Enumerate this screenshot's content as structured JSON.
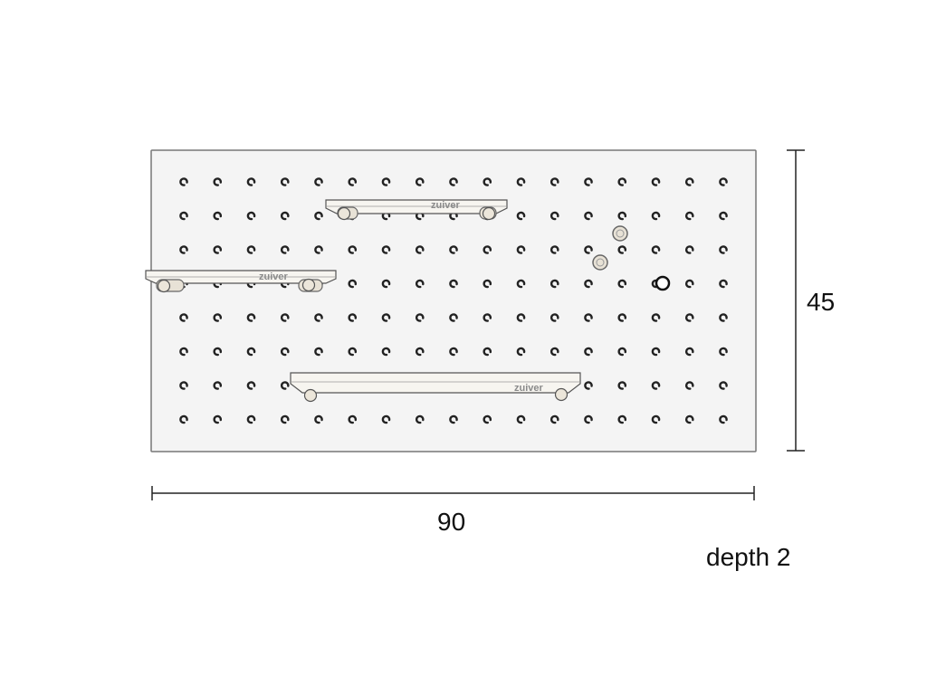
{
  "colors": {
    "board_fill": "#f4f4f4",
    "board_stroke": "#777777",
    "line": "#222222",
    "hole": "#222222",
    "shelf_fill": "#f7f5f0",
    "shelf_stroke": "#555555",
    "peg_fill": "#e8e2d6",
    "peg_stroke": "#666666"
  },
  "pegboard": {
    "hole_columns": 17,
    "hole_rows": 8,
    "hole_icon": "c-shaped-hole-icon"
  },
  "dimensions": {
    "width_label": "90",
    "height_label": "45",
    "depth_label": "depth 2"
  },
  "shelves": [
    {
      "name": "top-shelf",
      "brand": "zuiver"
    },
    {
      "name": "left-shelf",
      "brand": "zuiver"
    },
    {
      "name": "bottom-shelf",
      "brand": "zuiver"
    }
  ]
}
